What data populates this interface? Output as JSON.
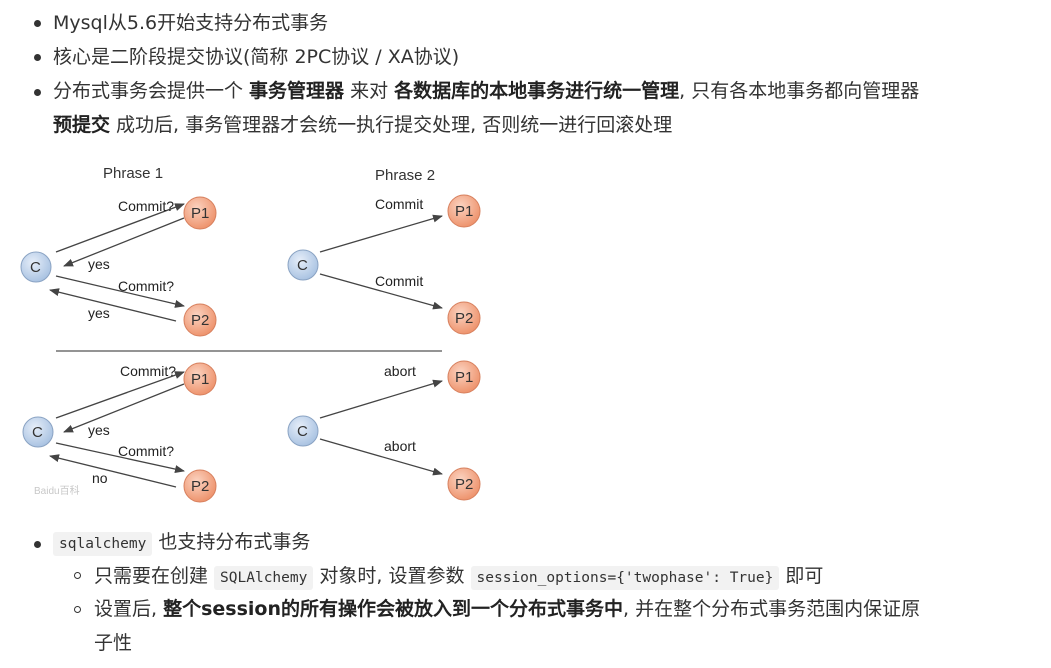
{
  "list": {
    "item1": "Mysql从5.6开始支持分布式事务",
    "item2": "核心是二阶段提交协议(简称 2PC协议 / XA协议)",
    "item3": {
      "t1": "分布式事务会提供一个 ",
      "b1": "事务管理器",
      "t2": " 来对 ",
      "b2": "各数据库的本地事务进行统一管理",
      "t3": ", 只有各本地事务都向管理器",
      "b3": "预提交",
      "t4": " 成功后, 事务管理器才会统一执行提交处理, 否则统一进行回滚处理"
    },
    "item4": {
      "code": "sqlalchemy",
      "text": " 也支持分布式事务",
      "sub1": {
        "t1": "只需要在创建 ",
        "code1": "SQLAlchemy",
        "t2": " 对象时, 设置参数 ",
        "code2": "session_options={'twophase': True}",
        "t3": " 即可"
      },
      "sub2": {
        "t1": "设置后, ",
        "b1": "整个session的所有操作会被放入到一个分布式事务中",
        "t2": ", 并在整个分布式事务范围内保证原",
        "t3": "子性"
      }
    }
  },
  "diagram": {
    "phrase1": "Phrase 1",
    "phrase2": "Phrase 2",
    "coordinator": "C",
    "p1": "P1",
    "p2": "P2",
    "commit_q": "Commit?",
    "commit": "Commit",
    "yes": "yes",
    "no": "no",
    "abort": "abort",
    "watermark": "Baidu百科"
  },
  "colors": {
    "coordinator_fill": "#c3d6ee",
    "participant_fill": "#f2a98a",
    "arrow": "#444444"
  }
}
